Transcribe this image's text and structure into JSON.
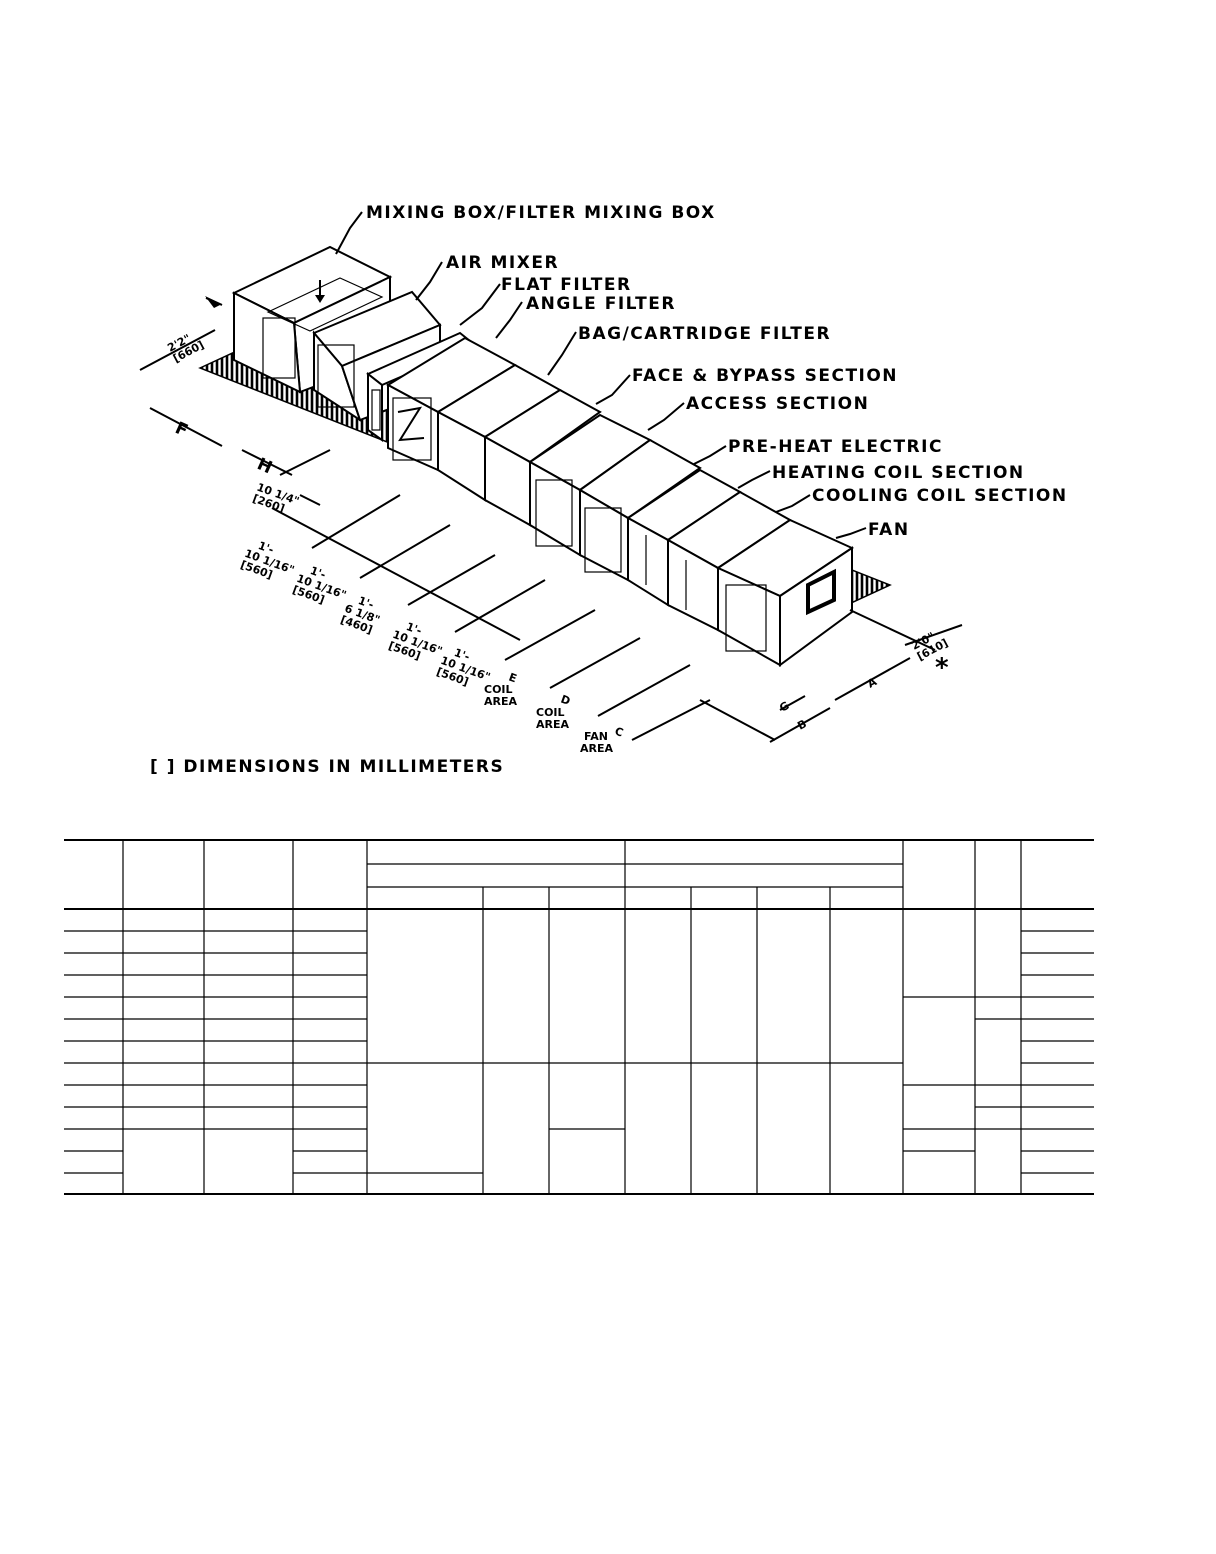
{
  "labels": {
    "mixing_box": "MIXING BOX/FILTER MIXING BOX",
    "air_mixer": "AIR MIXER",
    "flat_filter": "FLAT FILTER",
    "angle_filter": "ANGLE FILTER",
    "bag_filter": "BAG/CARTRIDGE FILTER",
    "face_bypass": "FACE & BYPASS SECTION",
    "access": "ACCESS SECTION",
    "preheat": "PRE-HEAT ELECTRIC",
    "heating_coil": "HEATING COIL SECTION",
    "cooling_coil": "COOLING COIL SECTION",
    "fan": "FAN"
  },
  "dimensions": {
    "d1": "2'2\"",
    "d1_mm": "[660]",
    "d2": "10 1/4\"",
    "d2_mm": "[260]",
    "d3a": "1'-",
    "d3b": "10 1/16\"",
    "d3_mm": "[560]",
    "d4a": "1'-",
    "d4b": "10 1/16\"",
    "d4_mm": "[560]",
    "d5a": "1'-",
    "d5b": "6 1/8\"",
    "d5_mm": "[460]",
    "d6a": "1'-",
    "d6b": "10 1/16\"",
    "d6_mm": "[560]",
    "d7a": "1'-",
    "d7b": "10 1/16\"",
    "d7_mm": "[560]",
    "d8": "2'0\"",
    "d8_mm": "[610]",
    "letter_f": "F",
    "letter_h": "H",
    "letter_e": "E",
    "letter_d": "D",
    "letter_c": "C",
    "letter_g": "G",
    "letter_b": "B",
    "letter_a": "A",
    "coil_area_1a": "COIL",
    "coil_area_1b": "AREA",
    "coil_area_2a": "COIL",
    "coil_area_2b": "AREA",
    "fan_area_a": "FAN",
    "fan_area_b": "AREA",
    "asterisk": "*"
  },
  "legend": "[ ] DIMENSIONS IN MILLIMETERS"
}
